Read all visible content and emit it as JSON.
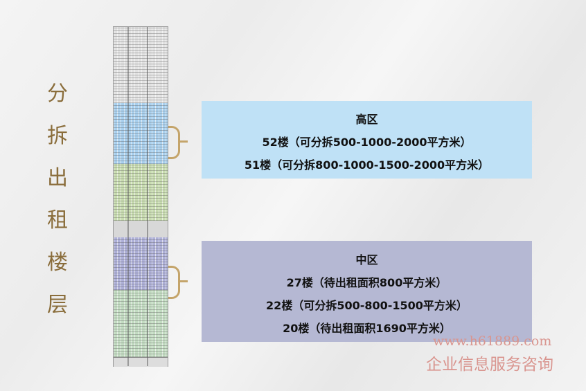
{
  "title_chars": [
    "分",
    "拆",
    "出",
    "租",
    "楼",
    "层"
  ],
  "high_zone": {
    "heading": "高区",
    "lines": [
      "52楼（可分拆500-1000-2000平方米）",
      "51楼（可分拆800-1000-1500-2000平方米）"
    ]
  },
  "mid_zone": {
    "heading": "中区",
    "lines": [
      "27楼（待出租面积800平方米）",
      "22楼（可分拆500-800-1500平方米）",
      "20楼（待出租面积1690平方米）"
    ]
  },
  "watermark": {
    "url": "www.h61889.com",
    "text": "企业信息服务咨询"
  },
  "colors": {
    "title": "#8a6d3b",
    "high_box": "#bfe1f6",
    "mid_box": "#b5b8d3",
    "brace": "#c4a46a"
  }
}
